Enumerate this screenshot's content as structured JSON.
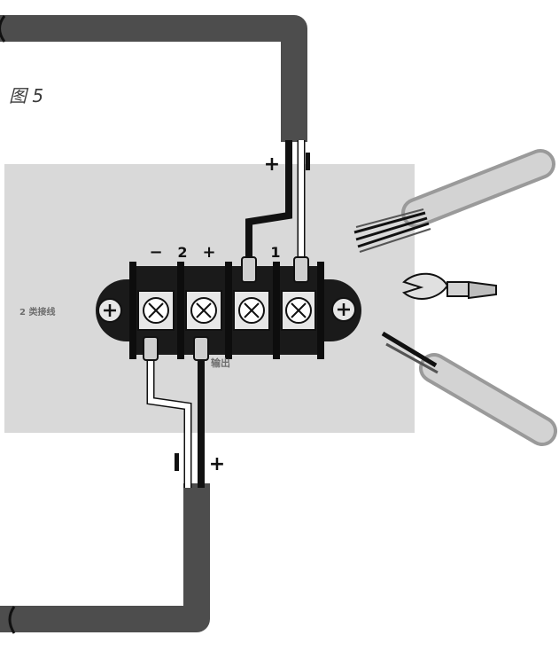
{
  "figure": {
    "label": "图 5"
  },
  "terminal": {
    "side_label": "2 类接线",
    "output_label": "输出",
    "group2_minus": "−",
    "group2_number": "2",
    "group2_plus": "+",
    "group1_number": "1"
  },
  "top_cable": {
    "plus_label": "+",
    "minus_label": "−"
  },
  "bottom_cable": {
    "plus_label": "+",
    "minus_label": "−"
  },
  "colors": {
    "cable": "#4d4d4d",
    "panel": "#d9d9d9",
    "strip": "#1a1a1a",
    "terminal_face": "#e6e6e6"
  }
}
